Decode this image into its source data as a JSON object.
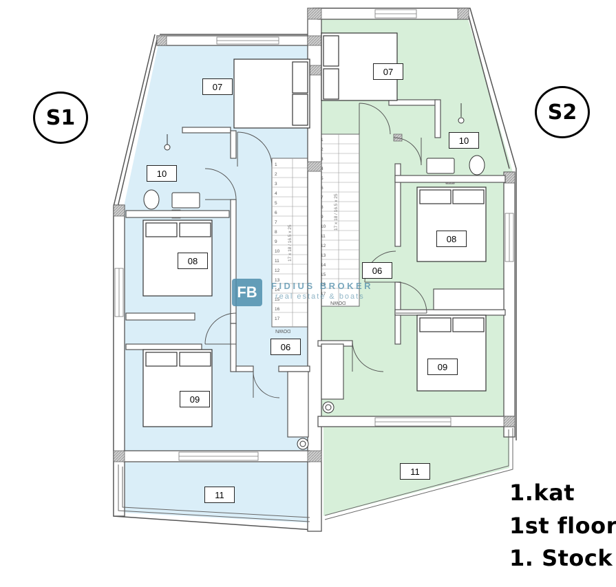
{
  "units": [
    {
      "id": "s1",
      "label": "S1"
    },
    {
      "id": "s2",
      "label": "S2"
    }
  ],
  "floor_caption": [
    "1.kat",
    "1st floor",
    "1. Stock"
  ],
  "rooms": {
    "s1_07": "07",
    "s1_10": "10",
    "s1_08": "08",
    "s1_06": "06",
    "s1_09": "09",
    "s1_11": "11",
    "s2_07": "07",
    "s2_10": "10",
    "s2_08": "08",
    "s2_06": "06",
    "s2_09": "09",
    "s2_11": "11"
  },
  "stairs": {
    "left_steps": [
      "1",
      "2",
      "3",
      "4",
      "5",
      "6",
      "7",
      "8",
      "9",
      "10",
      "11",
      "12",
      "13",
      "14",
      "15",
      "16",
      "17"
    ],
    "right_steps": [
      "1",
      "2",
      "3",
      "4",
      "5",
      "6",
      "7",
      "8",
      "9",
      "10",
      "11",
      "12",
      "13",
      "14",
      "15",
      "16",
      "17"
    ],
    "down_label": "DOWN",
    "dim_label": "17 x 18 / 16.5 x 25"
  },
  "watermark": {
    "logo": "FB",
    "name": "FIDIUS BROKER",
    "tagline": "real estate & boats"
  },
  "colors": {
    "s1_fill": "#daeef8",
    "s2_fill": "#d7efd9",
    "wall": "#555555"
  }
}
